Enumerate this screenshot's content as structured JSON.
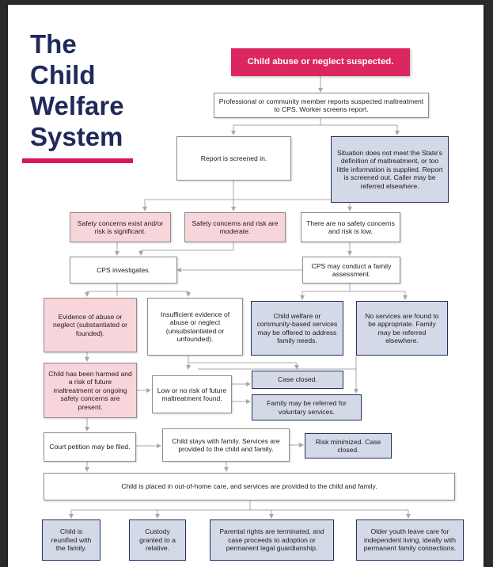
{
  "title_lines": [
    "The",
    "Child",
    "Welfare",
    "System"
  ],
  "colors": {
    "accent": "#dc2660",
    "navy": "#1f2a5a",
    "pink_fill": "#f8d5da",
    "navy_fill": "#d4d9e8"
  },
  "nodes": {
    "suspected": "Child abuse or neglect suspected.",
    "report": "Professional or community member reports suspected maltreatment to CPS. Worker screens report.",
    "screened_in": "Report is screened in.",
    "screened_out": "Situation does not meet the State's definition of maltreatment, or too little information is supplied. Report is screened out. Caller may be referred elsewhere.",
    "safety_significant": "Safety concerns exist and/or risk is significant.",
    "safety_moderate": "Safety concerns and risk are moderate.",
    "no_safety": "There are no safety concerns and risk is low.",
    "cps_investigates": "CPS investigates.",
    "family_assessment": "CPS may conduct a family assessment.",
    "evidence": "Evidence of abuse or neglect (substantiated or founded).",
    "insufficient": "Insufficient evidence of abuse or neglect (unsubstantiated or unfounded).",
    "community_services": "Child welfare or community-based services may be offered to address family needs.",
    "no_services": "No services are found to be appropriate. Family may be referred elsewhere.",
    "harmed": "Child has been harmed and a risk of future maltreatment or ongoing safety concerns are present.",
    "low_risk": "Low or no risk of future maltreatment found.",
    "case_closed": "Case closed.",
    "voluntary": "Family may be referred for voluntary services.",
    "court_petition": "Court petition may be filed.",
    "stays_with_family": "Child stays with family. Services are provided to the child and family.",
    "risk_minimized": "Risk minimized. Case closed.",
    "out_of_home": "Child is placed in out-of-home care, and services are provided to the child and family.",
    "reunified": "Child is reunified with the family.",
    "custody": "Custody granted to a relative.",
    "parental_rights": "Parental rights are terminated, and case proceeds to adoption or permanent legal guardianship.",
    "older_youth": "Older youth leave care for independent living, ideally with permanent family connections."
  }
}
